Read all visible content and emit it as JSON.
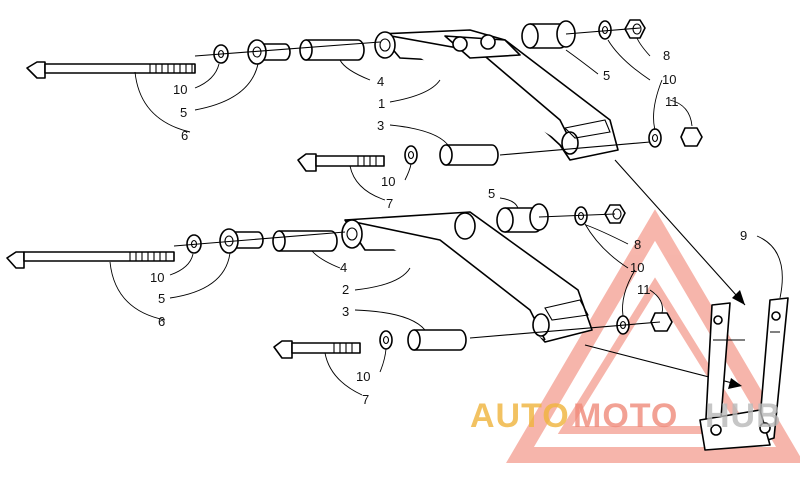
{
  "callouts": {
    "c1": "1",
    "c2": "2",
    "c3a": "3",
    "c3b": "3",
    "c4a": "4",
    "c4b": "4",
    "c5a": "5",
    "c5b": "5",
    "c5c": "5",
    "c5d": "5",
    "c6a": "6",
    "c6b": "6",
    "c7a": "7",
    "c7b": "7",
    "c8a": "8",
    "c8b": "8",
    "c9": "9",
    "c10a": "10",
    "c10b": "10",
    "c10c": "10",
    "c10d": "10",
    "c10e": "10",
    "c10f": "10",
    "c11a": "11",
    "c11b": "11"
  },
  "watermark": {
    "part1": "AUTO",
    "part2": "MOTO",
    "part3": "HUB",
    "color_auto": "#f0b43c",
    "color_moto": "#f08a7a",
    "color_hub": "#b9b9b9"
  }
}
